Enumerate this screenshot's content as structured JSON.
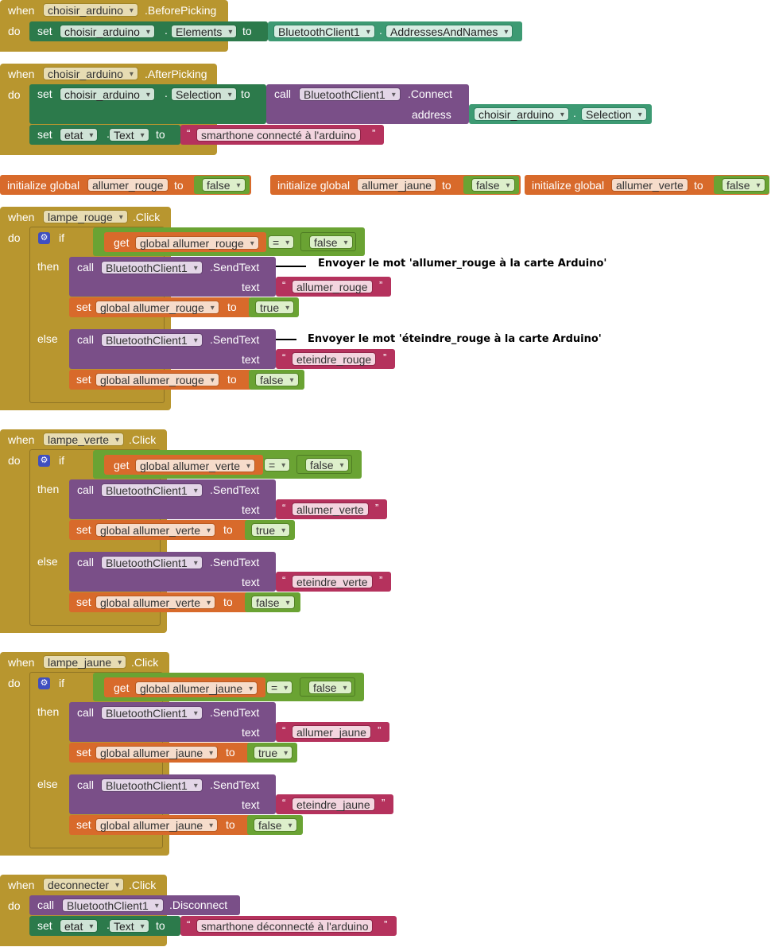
{
  "kw": {
    "when": "when",
    "do": "do",
    "set": "set",
    "to": "to",
    "call": "call",
    "if": "if",
    "then": "then",
    "else": "else",
    "get": "get",
    "text": "text",
    "address": "address",
    "eq": "=",
    "init_global": "initialize global"
  },
  "ev1": {
    "component": "choisir_arduino",
    "event": ".BeforePicking",
    "set_component": "choisir_arduino",
    "set_prop": "Elements",
    "src_component": "BluetoothClient1",
    "src_prop": "AddressesAndNames"
  },
  "ev2": {
    "component": "choisir_arduino",
    "event": ".AfterPicking",
    "set_component": "choisir_arduino",
    "set_prop": "Selection",
    "call_component": "BluetoothClient1",
    "call_method": ".Connect",
    "arg_component": "choisir_arduino",
    "arg_prop": "Selection",
    "set2_component": "etat",
    "set2_prop": "Text",
    "set2_text": "smarthone connecté à l'arduino"
  },
  "globals": [
    {
      "name": "allumer_rouge",
      "value": "false"
    },
    {
      "name": "allumer_jaune",
      "value": "false"
    },
    {
      "name": "allumer_verte",
      "value": "false"
    }
  ],
  "rouge": {
    "component": "lampe_rouge",
    "event": ".Click",
    "get_var": "global allumer_rouge",
    "cmp_value": "false",
    "call_component": "BluetoothClient1",
    "call_method": ".SendText",
    "then_text": "allumer_rouge",
    "then_set_var": "global allumer_rouge",
    "then_value": "true",
    "else_text": "eteindre_rouge",
    "else_set_var": "global allumer_rouge",
    "else_value": "false"
  },
  "verte": {
    "component": "lampe_verte",
    "event": ".Click",
    "get_var": "global allumer_verte",
    "cmp_value": "false",
    "call_component": "BluetoothClient1",
    "call_method": ".SendText",
    "then_text": "allumer_verte",
    "then_set_var": "global allumer_verte",
    "then_value": "true",
    "else_text": "eteindre_verte",
    "else_set_var": "global allumer_verte",
    "else_value": "false"
  },
  "jaune": {
    "component": "lampe_jaune",
    "event": ".Click",
    "get_var": "global allumer_jaune",
    "cmp_value": "false",
    "call_component": "BluetoothClient1",
    "call_method": ".SendText",
    "then_text": "allumer_jaune",
    "then_set_var": "global allumer_jaune",
    "then_value": "true",
    "else_text": "eteindre_jaune",
    "else_set_var": "global allumer_jaune",
    "else_value": "false"
  },
  "annotations": {
    "then": "Envoyer le mot 'allumer_rouge à la carte Arduino'",
    "else": "Envoyer le mot 'éteindre_rouge à la carte Arduino'"
  },
  "deco": {
    "component": "deconnecter",
    "event": ".Click",
    "call_component": "BluetoothClient1",
    "call_method": ".Disconnect",
    "set_component": "etat",
    "set_prop": "Text",
    "set_text": "smarthone déconnecté à l'arduino"
  },
  "colors": {
    "event": "#b8962f",
    "setter": "#2c7a4b",
    "component": "#3d9a73",
    "call": "#7a4f88",
    "text": "#b5325d",
    "global": "#d86a2b",
    "logic": "#6aa333"
  }
}
